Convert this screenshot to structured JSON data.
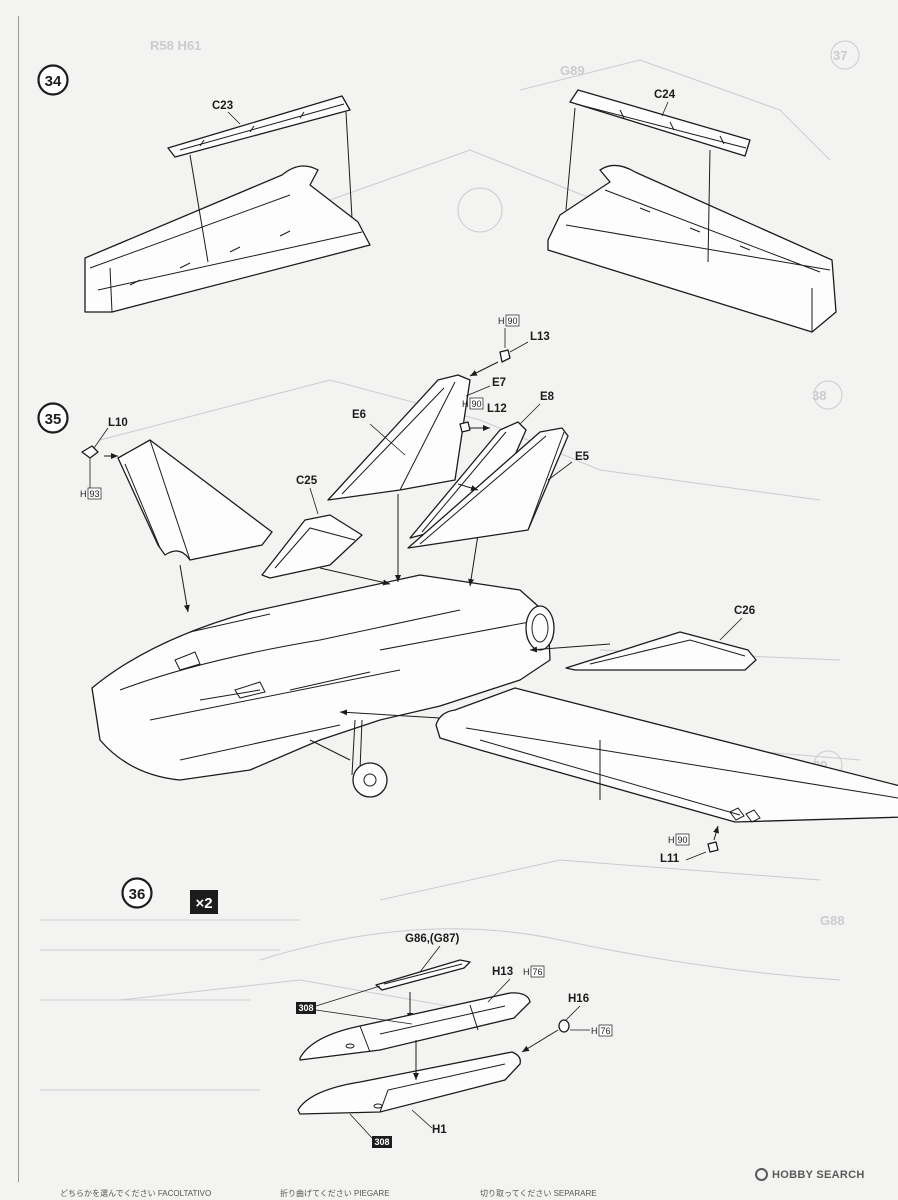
{
  "steps": [
    "34",
    "35",
    "36"
  ],
  "quantity_badge": "×2",
  "parts": {
    "c23": "C23",
    "c24": "C24",
    "c25": "C25",
    "c26": "C26",
    "e5": "E5",
    "e6": "E6",
    "e7": "E7",
    "e8": "E8",
    "l10": "L10",
    "l11": "L11",
    "l12": "L12",
    "l13": "L13",
    "g86": "G86,(G87)",
    "h13": "H13",
    "h16": "H16",
    "h1": "H1"
  },
  "paint_codes": {
    "h90_a": "90",
    "h90_b": "90",
    "h90_c": "90",
    "h93": "93",
    "h76_a": "76",
    "h76_b": "76",
    "code_308_a": "308",
    "code_308_b": "308"
  },
  "paint_prefix": "H",
  "footer": {
    "choose": "どちらかを選んでください  FACOLTATIVO",
    "fold": "折り曲げてください  PIEGARE",
    "cut": "切り取ってください  SEPARARE"
  },
  "watermark": "HOBBY SEARCH"
}
